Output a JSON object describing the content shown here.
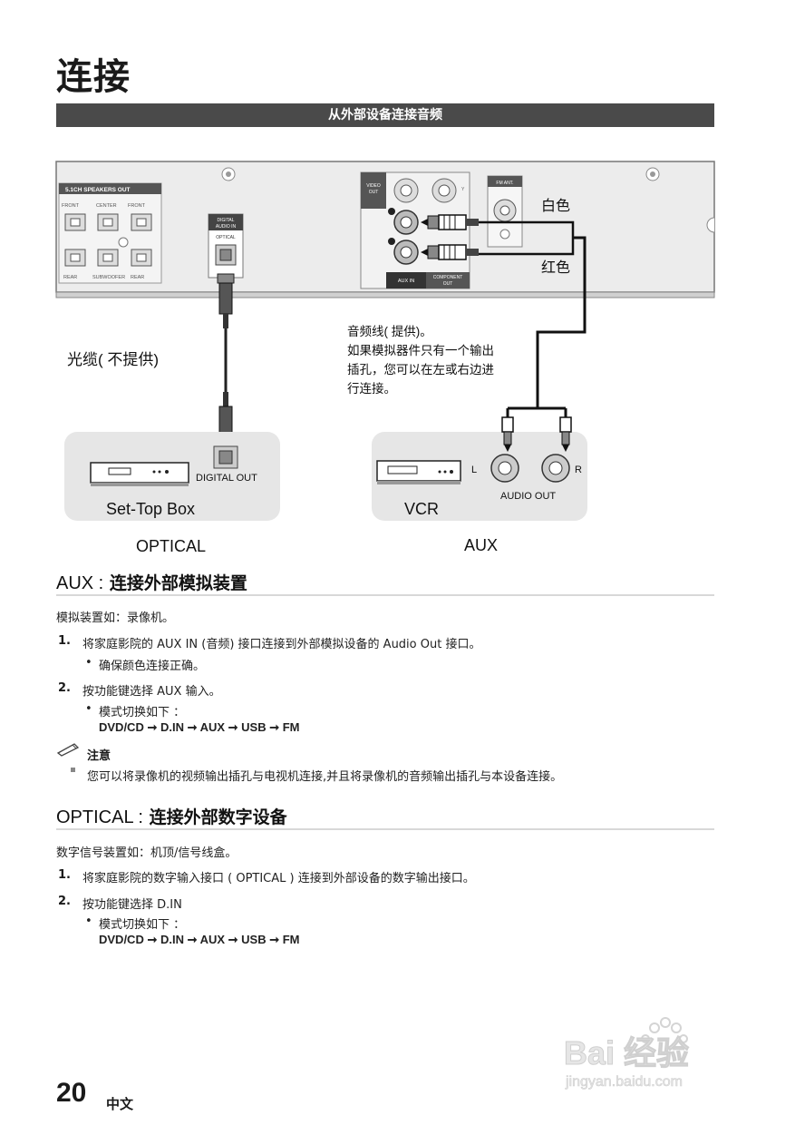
{
  "page_title": "连接",
  "banner": "从外部设备连接音频",
  "diagram": {
    "speakers_out": "5.1CH SPEAKERS OUT",
    "front_r": "FRONT",
    "center": "CENTER",
    "front_l": "FRONT",
    "rear_r": "REAR",
    "subwoofer": "SUBWOOFER",
    "rear_l": "REAR",
    "digital_audio_in": "DIGITAL AUDIO IN",
    "optical_port": "OPTICAL",
    "video_out": "VIDEO OUT",
    "y_label": "Y",
    "aux_in": "AUX IN",
    "component_out": "COMPONENT OUT",
    "fm_ant": "FM ANT.",
    "white_label": "白色",
    "red_label": "红色",
    "optical_cable_label": "光缆(  不提供)",
    "audio_cable_note": [
      "音频线(  提供)。",
      "如果模拟器件只有一个输出",
      "插孔，您可以在左或右边进",
      "行连接。"
    ],
    "digital_out": "DIGITAL OUT",
    "set_top_box": "Set-Top Box",
    "vcr": "VCR",
    "audio_out": "AUDIO OUT",
    "l_label": "L",
    "r_label": "R",
    "optical_caption": "OPTICAL",
    "aux_caption": "AUX"
  },
  "aux_section": {
    "heading_en": "AUX :",
    "heading_cn": " 连接外部模拟装置",
    "intro": "模拟装置如：录像机。",
    "step1_num": "1.",
    "step1": "将家庭影院的 AUX IN (音频) 接口连接到外部模拟设备的 Audio Out 接口。",
    "step1_bullet": "确保颜色连接正确。",
    "step2_num": "2.",
    "step2": "按功能键选择 AUX 输入。",
    "step2_bullet": "模式切换如下 ：",
    "step2_modes": "DVD/CD ➞ D.IN ➞ AUX  ➞ USB  ➞ FM",
    "note_title": "注意",
    "note_text": "您可以将录像机的视频输出插孔与电视机连接,并且将录像机的音频输出插孔与本设备连接。"
  },
  "optical_section": {
    "heading_en": "OPTICAL :",
    "heading_cn": " 连接外部数字设备",
    "intro": "数字信号装置如：机顶/信号线盒。",
    "step1_num": "1.",
    "step1": "将家庭影院的数字输入接口 ( OPTICAL ) 连接到外部设备的数字输出接口。",
    "step2_num": "2.",
    "step2": "按功能键选择 D.IN",
    "step2_bullet": "模式切换如下 ：",
    "step2_modes": "DVD/CD ➞ D.IN ➞ AUX  ➞ USB ➞ FM"
  },
  "footer": {
    "page_number": "20",
    "language": "中文"
  },
  "watermark": {
    "brand": "Bai 经验",
    "url": "jingyan.baidu.com"
  }
}
